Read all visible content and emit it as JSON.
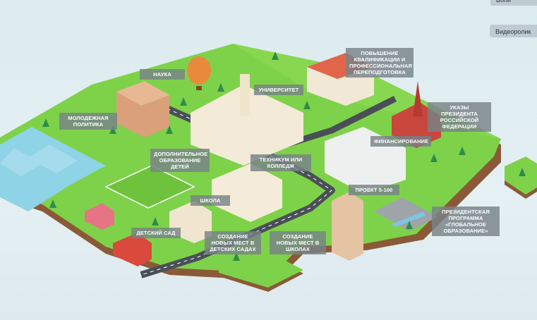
{
  "colors": {
    "grass": "#7ed24a",
    "grass_side": "#5aa834",
    "soil": "#8a5a38",
    "water": "#8fd3e6",
    "road": "#4a4f57",
    "label_bg": "#7b8387"
  },
  "top_buttons": {
    "top": "Вопи",
    "video": "Видеоролик"
  },
  "labels": {
    "science": "НАУКА",
    "youth_policy": "МОЛОДЕЖНАЯ ПОЛИТИКА",
    "university": "УНИВЕРСИТЕТ",
    "qualification": "ПОВЫШЕНИЕ КВАЛИФИКАЦИИ И ПРОФЕССИОНАЛЬНАЯ ПЕРЕПОДГОТОВКА",
    "decrees": "УКАЗЫ ПРЕЗИДЕНТА РОССИЙСКОЙ ФЕДЕРАЦИИ",
    "financing": "ФИНАНСИРОВАНИЕ",
    "extra_education": "ДОПОЛНИТЕЛЬНОЕ ОБРАЗОВАНИЕ ДЕТЕЙ",
    "college": "ТЕХНИКУМ ИЛИ КОЛЛЕДЖ",
    "project": "ПРОЕКТ 5-100",
    "school": "ШКОЛА",
    "kindergarten": "ДЕТСКИЙ САД",
    "new_kindergarten": "СОЗДАНИЕ НОВЫХ МЕСТ В ДЕТСКИХ САДАХ",
    "new_school": "СОЗДАНИЕ НОВЫХ МЕСТ В ШКОЛАХ",
    "global_education": "ПРЕЗИДЕНТСКАЯ ПРОГРАММА «ГЛОБАЛЬНОЕ ОБРАЗОВАНИЕ»"
  }
}
